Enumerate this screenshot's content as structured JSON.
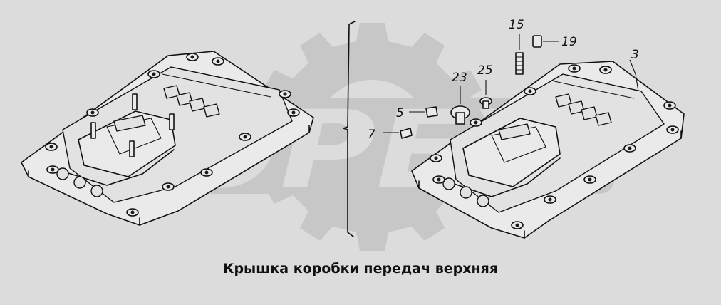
{
  "watermark": {
    "text": "OPEX"
  },
  "caption": "Крышка коробки передач верхняя",
  "callouts": {
    "part_3": "3",
    "part_5": "5",
    "part_7": "7",
    "part_15": "15",
    "part_19": "19",
    "part_23": "23",
    "part_25": "25"
  },
  "colors": {
    "background": "#dcdcdc",
    "watermark": "#c7c7c7",
    "line": "#111111"
  }
}
